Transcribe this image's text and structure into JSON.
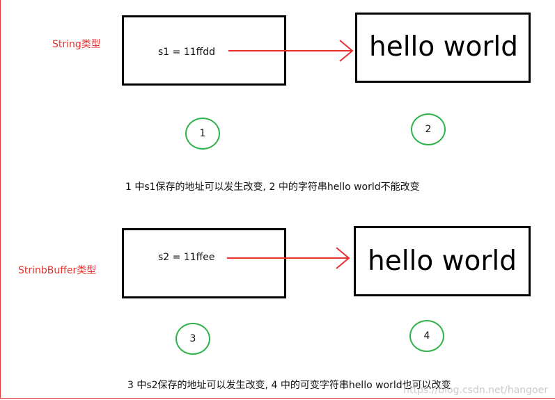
{
  "section1": {
    "type_label": "String类型",
    "var_text": "s1 = 11ffdd",
    "target_text": "hello world",
    "circle_left": "1",
    "circle_right": "2",
    "description": "1  中s1保存的地址可以发生改变, 2 中的字符串hello world不能改变"
  },
  "section2": {
    "type_label": "StrinbBuffer类型",
    "var_text": "s2 = 11ffee",
    "target_text": "hello world",
    "circle_left": "3",
    "circle_right": "4",
    "description": "3 中s2保存的地址可以发生改变, 4 中的可变字符串hello world也可以改变"
  },
  "watermark": "https://blog.csdn.net/hangoer",
  "colors": {
    "label_red": "#e8312f",
    "arrow_red": "#e8312f",
    "circle_green": "#2fb24a",
    "box_border": "#000000"
  }
}
